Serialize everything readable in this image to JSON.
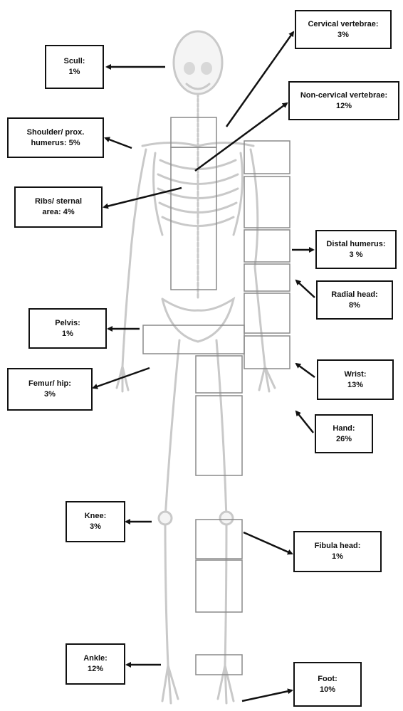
{
  "labels": {
    "skull": {
      "name": "Scull:",
      "pct": "1%"
    },
    "cervical": {
      "name": "Cervical vertebrae:",
      "pct": "3%"
    },
    "noncerv": {
      "name": "Non-cervical vertebrae:",
      "pct": "12%"
    },
    "shoulder": {
      "name": "Shoulder/ prox.",
      "name2": "humerus: 5%"
    },
    "ribs": {
      "name": "Ribs/ sternal",
      "name2": "area: 4%"
    },
    "distal": {
      "name": "Distal humerus:",
      "pct": "3 %"
    },
    "radial": {
      "name": "Radial head:",
      "pct": "8%"
    },
    "pelvis": {
      "name": "Pelvis:",
      "pct": "1%"
    },
    "femur": {
      "name": "Femur/ hip:",
      "pct": "3%"
    },
    "wrist": {
      "name": "Wrist:",
      "pct": "13%"
    },
    "hand": {
      "name": "Hand:",
      "pct": "26%"
    },
    "knee": {
      "name": "Knee:",
      "pct": "3%"
    },
    "fibula": {
      "name": "Fibula head:",
      "pct": "1%"
    },
    "ankle": {
      "name": "Ankle:",
      "pct": "12%"
    },
    "foot": {
      "name": "Foot:",
      "pct": "10%"
    }
  },
  "colors": {
    "ink": "#111111",
    "bone": "#c9c9c9",
    "box": "#8a8a8a"
  }
}
